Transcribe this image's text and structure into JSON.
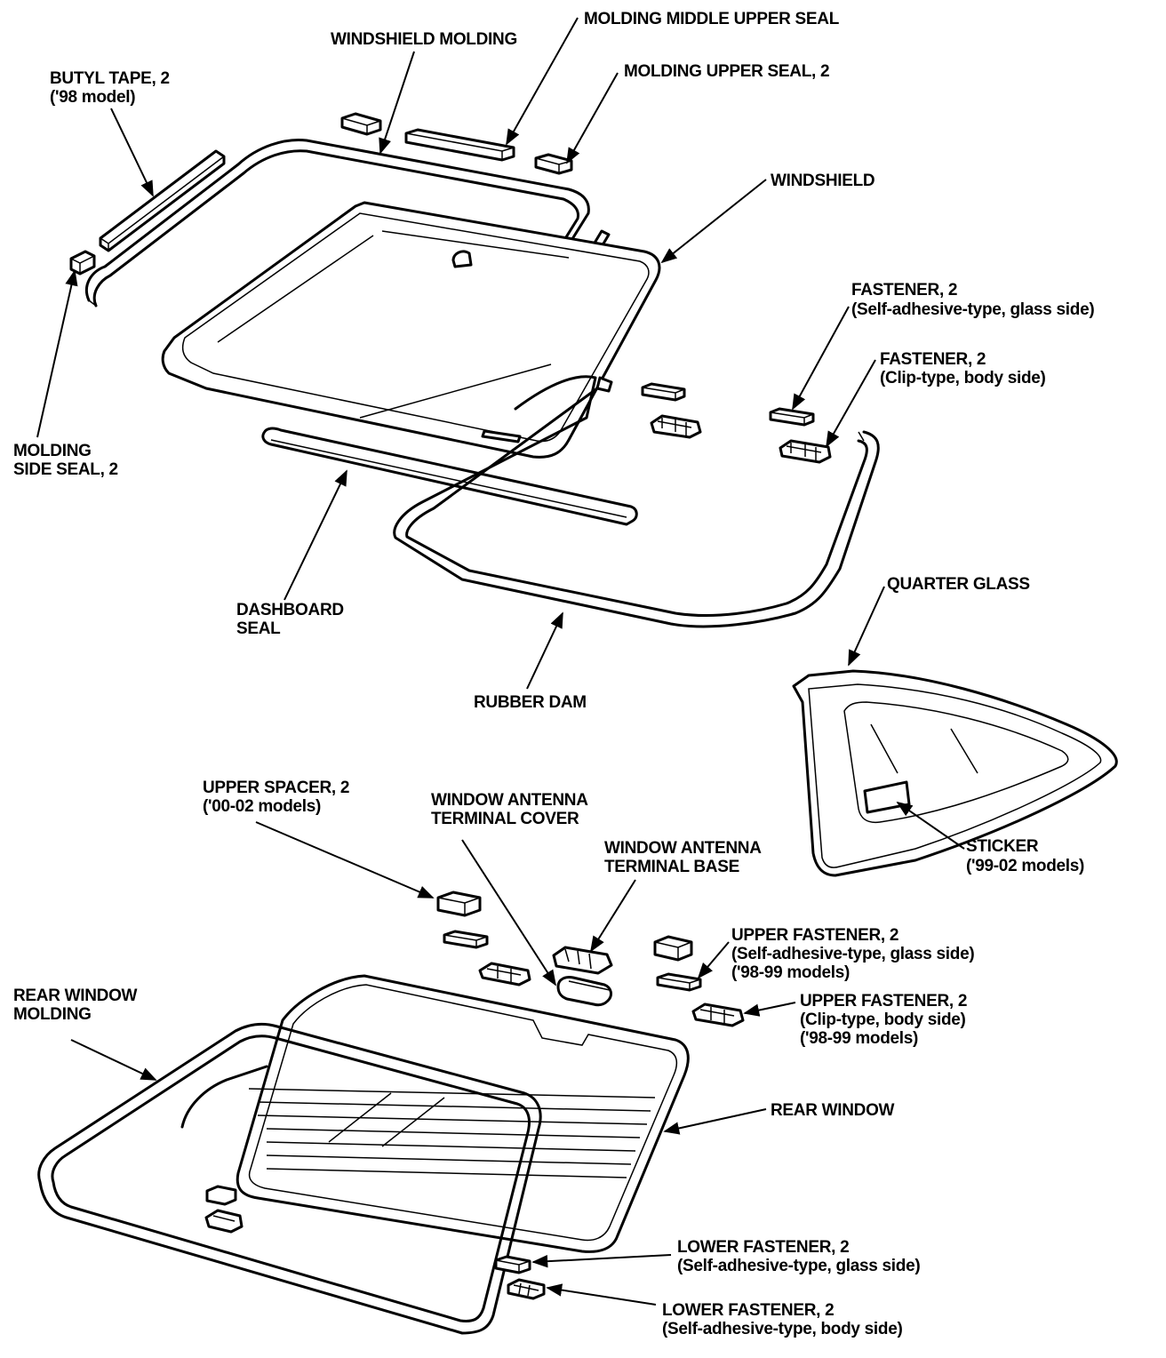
{
  "labels": {
    "molding_middle_upper_seal": "MOLDING MIDDLE UPPER SEAL",
    "windshield_molding": "WINDSHIELD MOLDING",
    "molding_upper_seal": "MOLDING UPPER SEAL, 2",
    "butyl_tape": [
      "BUTYL TAPE, 2",
      "('98 model)"
    ],
    "windshield": "WINDSHIELD",
    "fastener_glass": [
      "FASTENER, 2",
      "(Self-adhesive-type, glass side)"
    ],
    "fastener_body": [
      "FASTENER, 2",
      "(Clip-type, body side)"
    ],
    "molding_side_seal": [
      "MOLDING",
      "SIDE SEAL, 2"
    ],
    "dashboard_seal": [
      "DASHBOARD",
      "SEAL"
    ],
    "quarter_glass": "QUARTER GLASS",
    "rubber_dam": "RUBBER DAM",
    "upper_spacer": [
      "UPPER SPACER, 2",
      "('00-02 models)"
    ],
    "antenna_cover": [
      "WINDOW ANTENNA",
      "TERMINAL COVER"
    ],
    "antenna_base": [
      "WINDOW ANTENNA",
      "TERMINAL BASE"
    ],
    "sticker": [
      "STICKER",
      "('99-02 models)"
    ],
    "upper_fastener_glass": [
      "UPPER FASTENER, 2",
      "(Self-adhesive-type, glass side)",
      "('98-99 models)"
    ],
    "upper_fastener_body": [
      "UPPER FASTENER, 2",
      "(Clip-type, body side)",
      "('98-99 models)"
    ],
    "rear_window_molding": [
      "REAR WINDOW",
      "MOLDING"
    ],
    "rear_window": "REAR WINDOW",
    "lower_fastener_glass": [
      "LOWER FASTENER, 2",
      "(Self-adhesive-type, glass side)"
    ],
    "lower_fastener_body": [
      "LOWER FASTENER, 2",
      "(Self-adhesive-type, body side)"
    ]
  }
}
